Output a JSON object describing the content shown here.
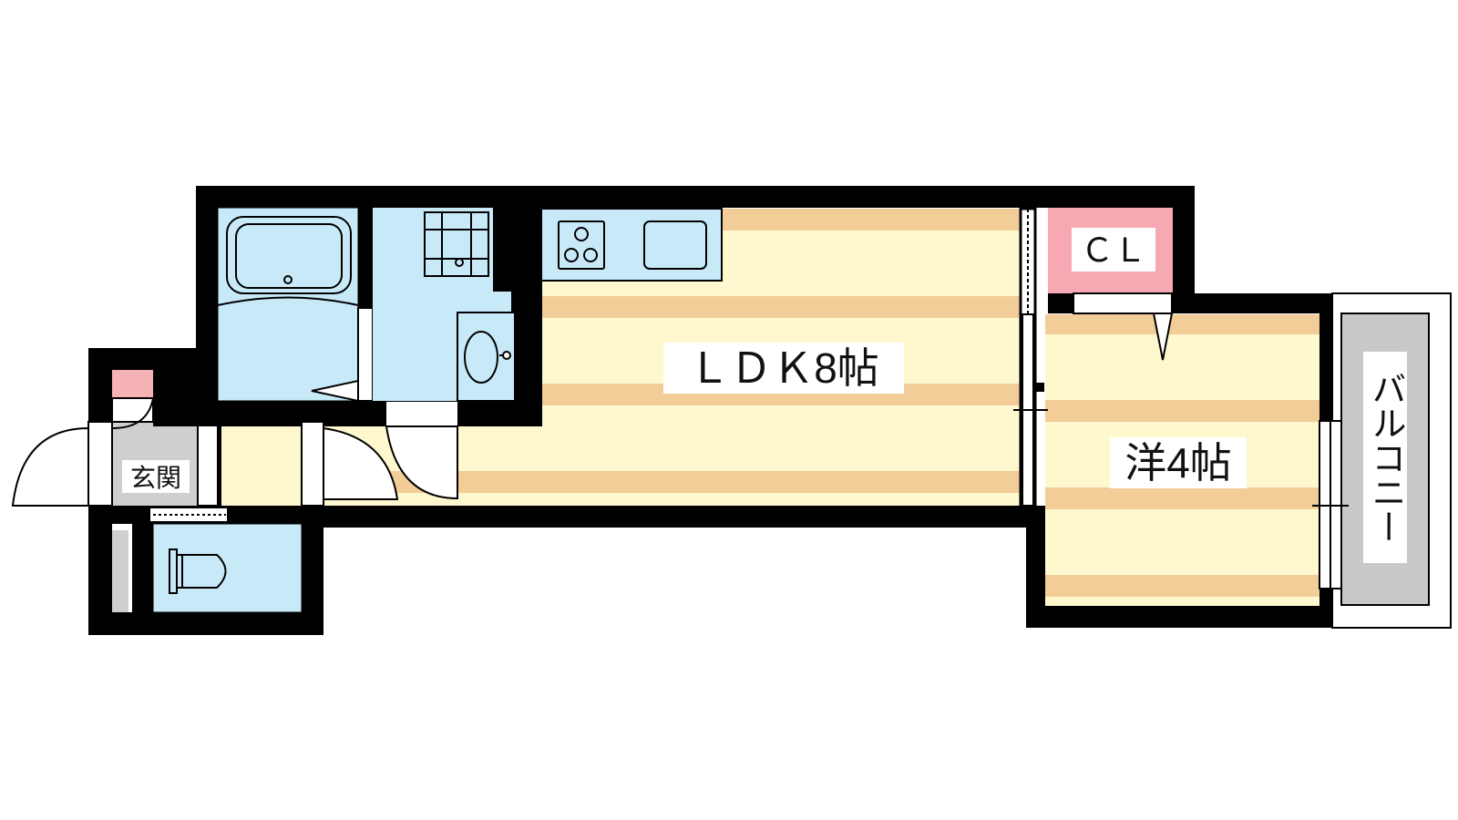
{
  "rooms": {
    "ldk": "ＬＤＫ8帖",
    "western": "洋4帖",
    "closet": "ＣＬ",
    "entrance": "玄関",
    "balcony": "バルコニー"
  },
  "colors": {
    "wall": "#000000",
    "floor_light": "#fff8cf",
    "floor_stripe": "#f2cd97",
    "wet_area": "#c8eaf8",
    "closet": "#f6a9b2",
    "shoe_box": "#f6b3b6",
    "balcony": "#c9c9c9",
    "entrance_floor": "#cfcfcf"
  },
  "icons": [
    "bathtub-icon",
    "stove-icon",
    "sink-icon",
    "washbasin-icon",
    "washing-machine-icon",
    "toilet-icon"
  ]
}
